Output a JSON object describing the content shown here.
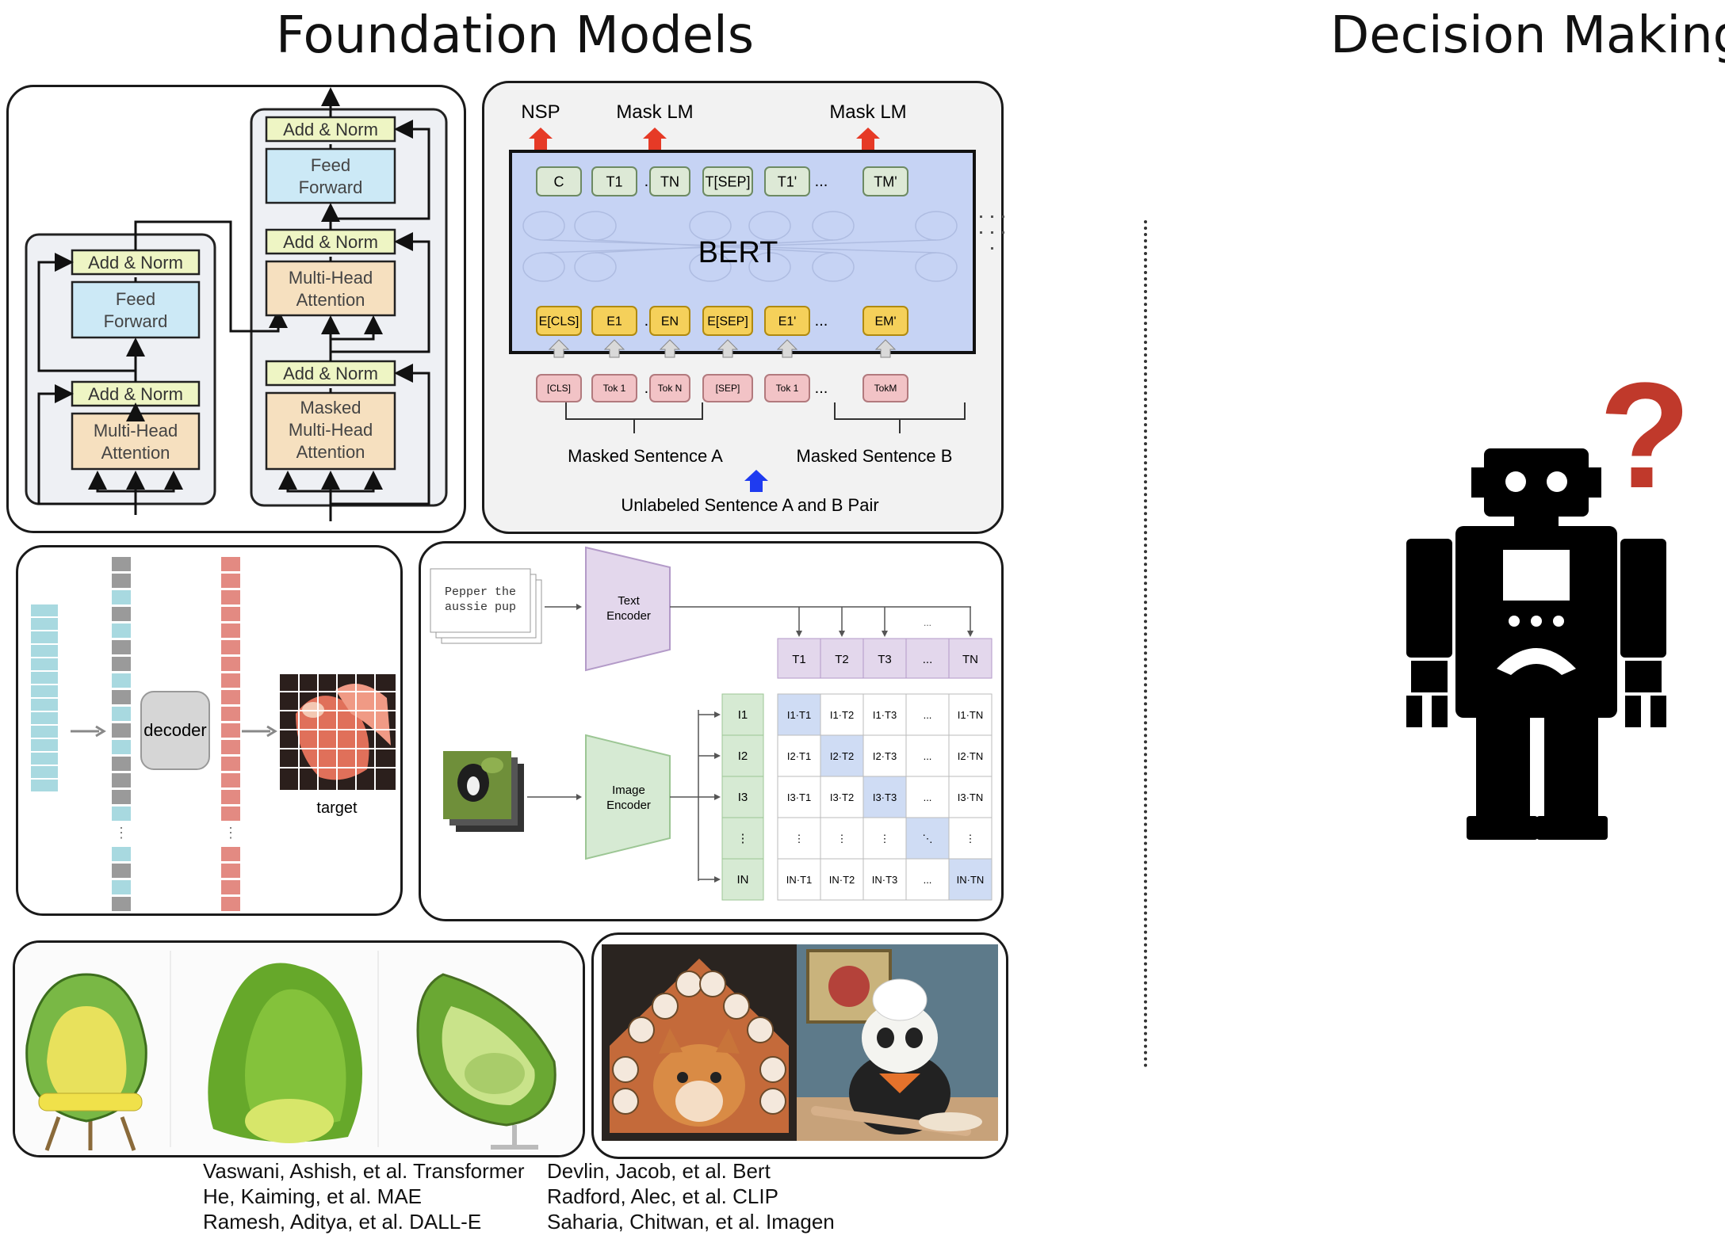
{
  "titles": {
    "left": "Foundation Models",
    "right": "Decision Making"
  },
  "transformer": {
    "add_norm": "Add & Norm",
    "feed_forward": [
      "Feed",
      "Forward"
    ],
    "multi_head": [
      "Multi-Head",
      "Attention"
    ],
    "masked_multi_head": [
      "Masked",
      "Multi-Head",
      "Attention"
    ]
  },
  "bert": {
    "heads": [
      "NSP",
      "Mask LM",
      "Mask LM"
    ],
    "label": "BERT",
    "outputs": [
      "C",
      "T1",
      "...",
      "TN",
      "T[SEP]",
      "T1'",
      "...",
      "TM'"
    ],
    "embeddings": [
      "E[CLS]",
      "E1",
      "...",
      "EN",
      "E[SEP]",
      "E1'",
      "...",
      "EM'"
    ],
    "tokens": [
      "[CLS]",
      "Tok 1",
      "...",
      "Tok N",
      "[SEP]",
      "Tok 1",
      "...",
      "TokM"
    ],
    "sentence_a": "Masked Sentence A",
    "sentence_b": "Masked Sentence B",
    "input_label": "Unlabeled Sentence A and B Pair"
  },
  "mae": {
    "decoder": "decoder",
    "target": "target"
  },
  "clip": {
    "text_input": [
      "Pepper the",
      "aussie pup"
    ],
    "text_encoder": [
      "Text",
      "Encoder"
    ],
    "image_encoder": [
      "Image",
      "Encoder"
    ],
    "t_row": [
      "T1",
      "T2",
      "T3",
      "...",
      "TN"
    ],
    "i_col": [
      "I1",
      "I2",
      "I3",
      "⋮",
      "IN"
    ],
    "matrix": [
      [
        "I1·T1",
        "I1·T2",
        "I1·T3",
        "...",
        "I1·TN"
      ],
      [
        "I2·T1",
        "I2·T2",
        "I2·T3",
        "...",
        "I2·TN"
      ],
      [
        "I3·T1",
        "I3·T2",
        "I3·T3",
        "...",
        "I3·TN"
      ],
      [
        "⋮",
        "⋮",
        "⋮",
        "⋱",
        "⋮"
      ],
      [
        "IN·T1",
        "IN·T2",
        "IN·T3",
        "...",
        "IN·TN"
      ]
    ]
  },
  "references": {
    "left": [
      "Vaswani, Ashish, et al. Transformer",
      "He, Kaiming, et al. MAE",
      "Ramesh, Aditya, et al. DALL-E"
    ],
    "right": [
      "Devlin, Jacob, et al. Bert",
      "Radford, Alec, et al. CLIP",
      "Saharia, Chitwan, et al. Imagen"
    ]
  },
  "robot": {
    "question_mark": "?"
  }
}
